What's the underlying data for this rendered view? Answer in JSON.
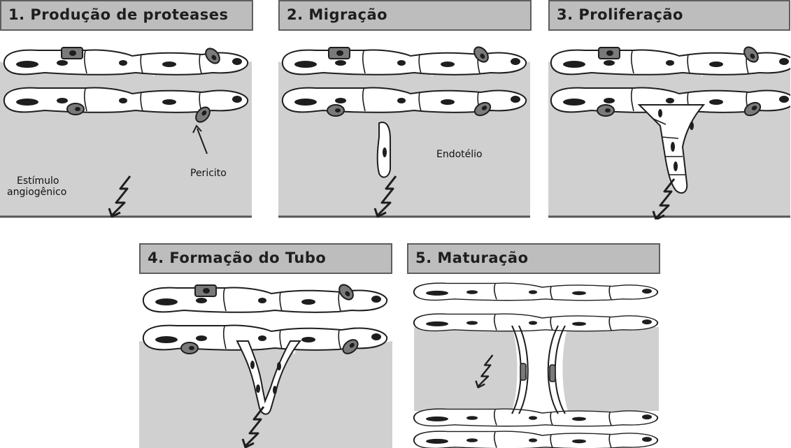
{
  "panels": [
    {
      "title": "1. Produção de proteases"
    },
    {
      "title": "2. Migração"
    },
    {
      "title": "3. Proliferação"
    },
    {
      "title": "4. Formação do Tubo"
    },
    {
      "title": "5. Maturação"
    }
  ],
  "labels": {
    "pericito": "Pericito",
    "estimulo_line1": "Estímulo",
    "estimulo_line2": "angiogênico",
    "endotelio": "Endotélio"
  },
  "colors": {
    "header_fill": "#bdbdbd",
    "tissue_fill": "#d0d0d0",
    "cell_fill": "#ffffff",
    "nucleus_fill": "#1e1e1e",
    "pericyte_fill": "#7a7a7a"
  }
}
